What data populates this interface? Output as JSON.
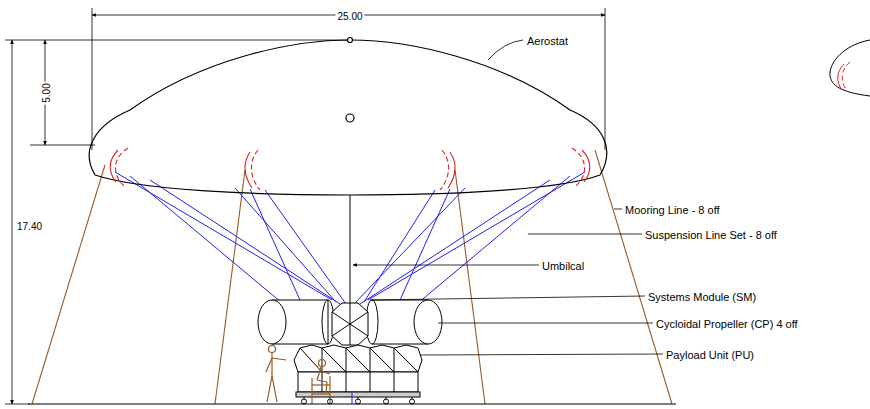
{
  "diagram": {
    "labels": [
      "25.00",
      "5.00",
      "17.40",
      "Aerostat",
      "Mooring Line - 8 off",
      "Suspension Line Set - 8 off",
      "Umbilcal",
      "Systems Module (SM)",
      "Cycloidal Propeller (CP) 4 off",
      "Payload Unit (PU)"
    ]
  }
}
